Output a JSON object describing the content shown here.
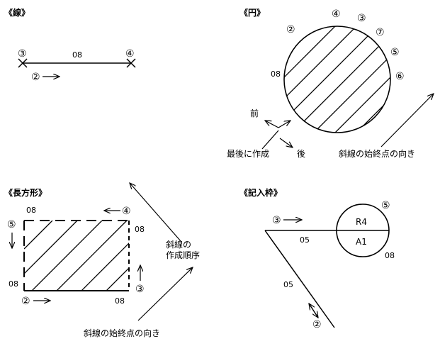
{
  "sections": {
    "line": {
      "title": "《線》",
      "pt_start": "③",
      "pt_end": "④",
      "value": "08",
      "dir_marker": "②"
    },
    "circle": {
      "title": "《円》",
      "markers": [
        "②",
        "④",
        "③",
        "⑦",
        "⑤",
        "⑥"
      ],
      "value": "08",
      "front": "前",
      "back": "後",
      "created_last": "最後に作成",
      "hatch_direction": "斜線の始終点の向き"
    },
    "rectangle": {
      "title": "《長方形》",
      "values": [
        "08",
        "08",
        "08",
        "08"
      ],
      "markers": [
        "⑤",
        "④",
        "③",
        "②"
      ],
      "hatch_order": [
        "斜線の",
        "作成順序"
      ],
      "hatch_direction": "斜線の始終点の向き"
    },
    "frame": {
      "title": "《記入枠》",
      "text_top": "R4",
      "text_bottom": "A1",
      "marker_circle": "⑤",
      "marker_in": "③",
      "marker_leader": "②",
      "value_leader_h": "05",
      "value_leader_d": "05",
      "value_circle": "08"
    }
  },
  "colors": {
    "ink": "#000000",
    "background": "#ffffff"
  }
}
